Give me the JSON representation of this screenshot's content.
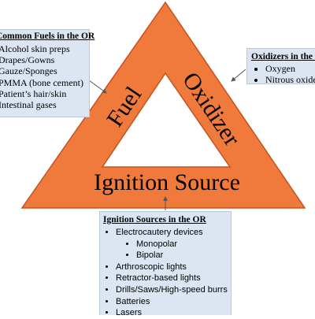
{
  "triangle": {
    "side_left": "Fuel",
    "side_right": "Oxidizer",
    "side_bottom": "Ignition Source",
    "fill_color": "#f07a3c",
    "stroke_color": "#c5521c"
  },
  "fuels_box": {
    "title": "Common Fuels in the OR",
    "items": [
      "Alcohol skin preps",
      "Drapes/Gowns",
      "Gauze/Sponges",
      "PMMA (bone cement)",
      "Patient’s hair/skin",
      "Intestinal gases"
    ]
  },
  "oxidizers_box": {
    "title": "Oxidizers in the OR",
    "items": [
      "Oxygen",
      "Nitrous oxide"
    ]
  },
  "ignition_box": {
    "title": "Ignition Sources in the OR",
    "items": [
      "Electrocautery devices",
      "Arthroscopic lights",
      "Retractor-based lights",
      "Drills/Saws/High-speed burrs",
      "Batteries",
      "Lasers"
    ],
    "sub_items": [
      "Monopolar",
      "Bipolar"
    ]
  }
}
